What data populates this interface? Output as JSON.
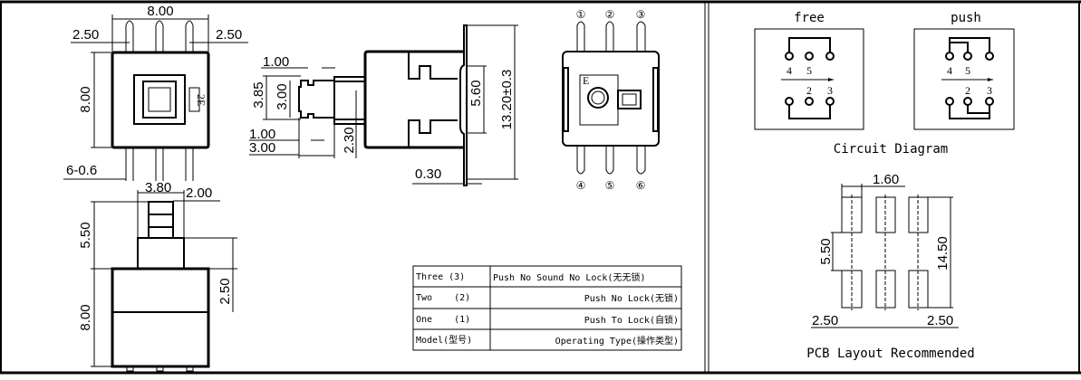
{
  "top_view": {
    "width": "8.00",
    "left_margin": "2.50",
    "right_margin": "2.50",
    "height": "8.00",
    "pins": "6-0.6",
    "mark": "2E"
  },
  "bottom_view": {
    "stem_width": "3.80",
    "stem_offset": "2.00",
    "stroke": "5.50",
    "collar": "2.50",
    "height": "8.00"
  },
  "side_view": {
    "plunger_top": "1.00",
    "plunger_height": "3.85",
    "plunger_inner": "3.00",
    "plunger_bottom": "1.00",
    "plunger_length": "3.00",
    "neck": "2.30",
    "slot": "5.60",
    "plate_height": "13.20±0.3",
    "plate_thickness": "0.30"
  },
  "front_view": {
    "pin_labels": [
      "①",
      "②",
      "③",
      "④",
      "⑤",
      "⑥"
    ],
    "logo": "E"
  },
  "circuit": {
    "free_title": "free",
    "push_title": "push",
    "labels": [
      "4",
      "5",
      "2",
      "3"
    ],
    "caption": "Circuit Diagram"
  },
  "table": {
    "rows": [
      {
        "model": "Three (3)",
        "type": "Push No Sound No Lock(无无锁)"
      },
      {
        "model": "Two    (2)",
        "type": "Push No Lock(无锁)"
      },
      {
        "model": "One    (1)",
        "type": "Push To Lock(自锁)"
      },
      {
        "model": "Model(型号)",
        "type": "Operating Type(操作类型)"
      }
    ]
  },
  "pcb": {
    "pad_width": "1.60",
    "gap": "5.50",
    "total": "14.50",
    "pitch_left": "2.50",
    "pitch_right": "2.50",
    "caption": "PCB Layout Recommended"
  }
}
